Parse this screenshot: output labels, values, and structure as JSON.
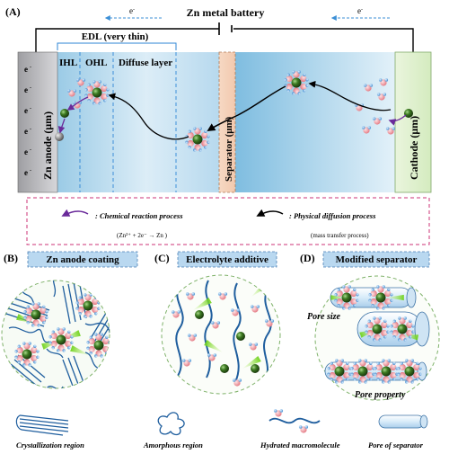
{
  "panel_a": {
    "label": "(A)",
    "title": "Zn metal battery",
    "electron_left": "e",
    "electron_right": "e",
    "electron_sup": "-",
    "edl": "EDL (very thin)",
    "ihl": "IHL",
    "ohl": "OHL",
    "diffuse": "Diffuse layer",
    "anode": "Zn anode (μm)",
    "separator": "Separator (μm)",
    "cathode": "Cathode (μm)",
    "e_minus": "e",
    "legend_chem": ": Chemical reaction process",
    "legend_phys": ": Physical diffusion process",
    "reaction": "(Zn²⁺ + 2e⁻ → Zn )",
    "mass": "(mass transfer process)"
  },
  "panel_b": {
    "label": "(B)",
    "title": "Zn anode coating"
  },
  "panel_c": {
    "label": "(C)",
    "title": "Electrolyte additive"
  },
  "panel_d": {
    "label": "(D)",
    "title": "Modified separator",
    "pore_size": "Pore size",
    "pore_property": "Pore property"
  },
  "legend": {
    "crystal": "Crystallization region",
    "amorph": "Amorphous region",
    "hydrated": "Hydrated macromolecule",
    "pore": "Pore of separator"
  },
  "colors": {
    "zn": "#2f5f1a",
    "water_o": "#f2a3a8",
    "water_h": "#78b4e6",
    "chain": "#1f5e9e",
    "glow": "#7ed321",
    "dash": "#cc3377",
    "title_bg": "#b9d8f0"
  }
}
